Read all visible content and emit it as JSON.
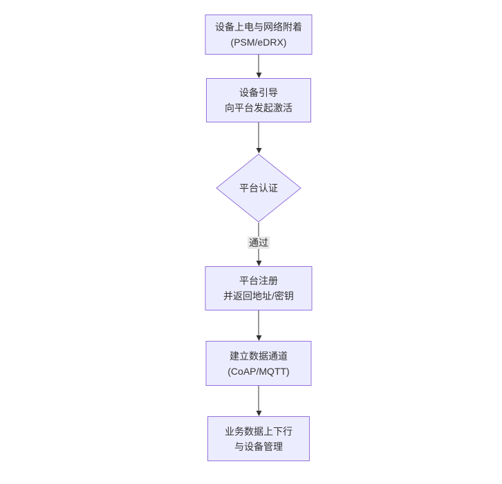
{
  "diagram": {
    "type": "flowchart",
    "direction": "top-down",
    "nodes": [
      {
        "id": "power-attach",
        "shape": "rect",
        "lines": [
          "设备上电与网络附着",
          "(PSM/eDRX)"
        ]
      },
      {
        "id": "bootstrap",
        "shape": "rect",
        "lines": [
          "设备引导",
          "向平台发起激活"
        ]
      },
      {
        "id": "platform-auth",
        "shape": "diamond",
        "lines": [
          "平台认证"
        ]
      },
      {
        "id": "register",
        "shape": "rect",
        "lines": [
          "平台注册",
          "并返回地址/密钥"
        ]
      },
      {
        "id": "data-channel",
        "shape": "rect",
        "lines": [
          "建立数据通道",
          "(CoAP/MQTT)"
        ]
      },
      {
        "id": "business-data",
        "shape": "rect",
        "lines": [
          "业务数据上下行",
          "与设备管理"
        ]
      }
    ],
    "edges": [
      {
        "from": "power-attach",
        "to": "bootstrap",
        "label": ""
      },
      {
        "from": "bootstrap",
        "to": "platform-auth",
        "label": ""
      },
      {
        "from": "platform-auth",
        "to": "register",
        "label": "通过"
      },
      {
        "from": "register",
        "to": "data-channel",
        "label": ""
      },
      {
        "from": "data-channel",
        "to": "business-data",
        "label": ""
      }
    ],
    "colors": {
      "node_fill": "#ECECFF",
      "node_border": "#9370DB",
      "text": "#333333",
      "arrow": "#333333",
      "edge_label_bg": "#e8e8e8",
      "background": "#ffffff"
    }
  }
}
